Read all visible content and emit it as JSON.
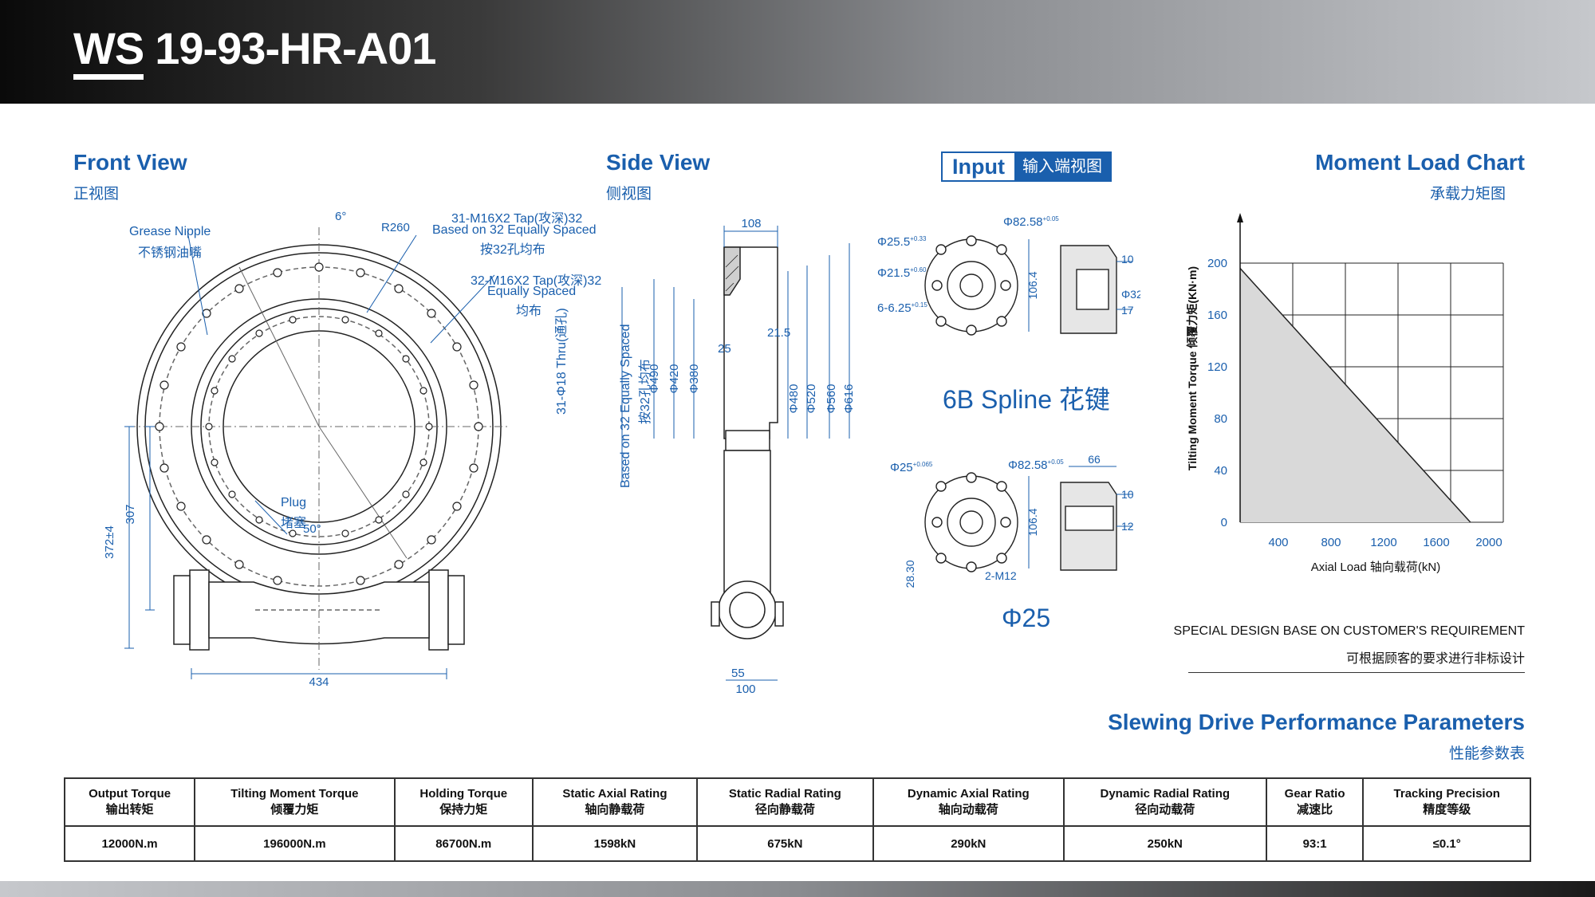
{
  "header": {
    "series": "WS",
    "model": "19-93-HR-A01"
  },
  "front_view": {
    "title": "Front View",
    "subtitle": "正视图",
    "labels": {
      "angle_6": "6°",
      "r260": "R260",
      "tap31_l1": "31-M16X2 Tap(攻深)32",
      "tap31_l2": "Based on 32 Equally Spaced",
      "tap31_l3": "按32孔均布",
      "tap32_l1": "32-M16X2 Tap(攻深)32",
      "tap32_l2": "Equally Spaced",
      "tap32_l3": "均布",
      "grease_en": "Grease Nipple",
      "grease_cn": "不锈钢油嘴",
      "plug_en": "Plug",
      "plug_cn": "堵塞",
      "angle_50": "50°",
      "dim_372": "372±4",
      "dim_307": "307",
      "dim_434": "434"
    }
  },
  "side_view": {
    "title": "Side View",
    "subtitle": "侧视图",
    "labels": {
      "d108": "108",
      "d21_5": "21.5",
      "d25": "25",
      "d55": "55",
      "d100": "100",
      "phi490": "Φ490",
      "phi420": "Φ420",
      "phi380": "Φ380",
      "phi480": "Φ480",
      "phi520": "Φ520",
      "phi560": "Φ560",
      "phi616": "Φ616",
      "thru_l1": "31-Φ18 Thru(通孔)",
      "thru_l2": "Based on 32 Equally Spaced",
      "thru_l3": "按32孔均布"
    }
  },
  "input": {
    "title": "Input",
    "subtitle": "输入端视图",
    "spline_label": "6B Spline 花键",
    "shaft_label": "Φ25",
    "top": {
      "phi82": "Φ82.58",
      "phi82_tol": "+0.05",
      "phi25_5": "Φ25.5",
      "phi25_5_tol": "+0.33",
      "phi21_5": "Φ21.5",
      "phi21_5_tol": "+0.60",
      "six": "6-6.25",
      "six_tol": "+0.15",
      "d106": "106.4",
      "d10": "10",
      "phi32": "Φ32",
      "d17": "17"
    },
    "bottom": {
      "phi25": "Φ25",
      "phi25_tol": "+0.065",
      "phi82": "Φ82.58",
      "phi82_tol": "+0.05",
      "d106": "106.4",
      "d28": "28.30",
      "m12": "2-M12",
      "d66": "66",
      "d10": "10",
      "d12": "12"
    }
  },
  "moment_chart": {
    "title": "Moment Load Chart",
    "subtitle": "承载力矩图",
    "note_en": "SPECIAL DESIGN BASE ON CUSTOMER'S REQUIREMENT",
    "note_cn": "可根据顾客的要求进行非标设计"
  },
  "chart_data": {
    "type": "area",
    "xlabel": "Axial  Load 轴向载荷(kN)",
    "ylabel": "Tilting Moment Torque 倾覆力矩(KN·m)",
    "xlim": [
      0,
      2000
    ],
    "ylim": [
      0,
      200
    ],
    "x_ticks": [
      "400",
      "800",
      "1200",
      "1600",
      "2000"
    ],
    "y_ticks": [
      "0",
      "40",
      "80",
      "120",
      "160",
      "200"
    ],
    "grid": true,
    "x": [
      0,
      1750
    ],
    "y": [
      196,
      0
    ]
  },
  "performance": {
    "title": "Slewing Drive Performance Parameters",
    "subtitle": "性能参数表",
    "headers": [
      {
        "en": "Output Torque",
        "cn": "输出转矩"
      },
      {
        "en": "Tilting Moment Torque",
        "cn": "倾覆力矩"
      },
      {
        "en": "Holding Torque",
        "cn": "保持力矩"
      },
      {
        "en": "Static Axial Rating",
        "cn": "轴向静载荷"
      },
      {
        "en": "Static Radial Rating",
        "cn": "径向静载荷"
      },
      {
        "en": "Dynamic Axial Rating",
        "cn": "轴向动载荷"
      },
      {
        "en": "Dynamic Radial Rating",
        "cn": "径向动载荷"
      },
      {
        "en": "Gear Ratio",
        "cn": "减速比"
      },
      {
        "en": "Tracking Precision",
        "cn": "精度等级"
      }
    ],
    "values": [
      "12000N.m",
      "196000N.m",
      "86700N.m",
      "1598kN",
      "675kN",
      "290kN",
      "250kN",
      "93:1",
      "≤0.1°"
    ]
  }
}
